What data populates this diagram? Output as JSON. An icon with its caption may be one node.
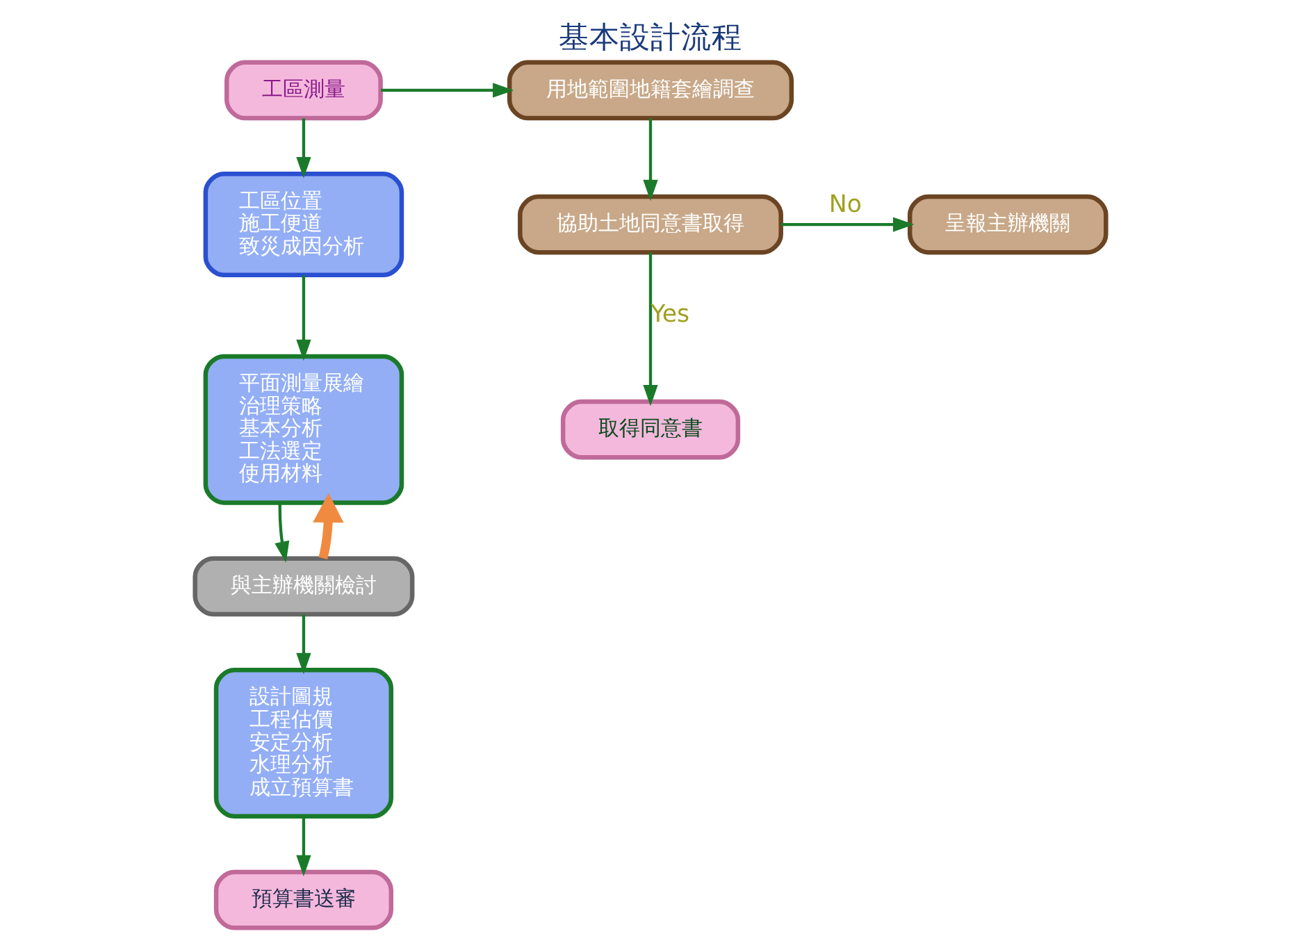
{
  "diagram": {
    "title": "基本設計流程",
    "nodes": [
      {
        "text": [
          "工區測量"
        ]
      },
      {
        "text": [
          "用地範圍地籍套繪調查"
        ]
      },
      {
        "text": [
          "工區位置",
          "施工便道",
          "致災成因分析"
        ]
      },
      {
        "text": [
          "協助土地同意書取得"
        ]
      },
      {
        "text": [
          "呈報主辦機關"
        ]
      },
      {
        "text": [
          "取得同意書"
        ]
      },
      {
        "text": [
          "預算書送審"
        ]
      },
      {
        "text": [
          "平面測量展繪",
          "治理策略",
          "基本分析",
          "工法選定",
          "使用材料"
        ]
      },
      {
        "text": [
          "與主辦機關檢討"
        ]
      },
      {
        "text": [
          "設計圖規",
          "工程估價",
          "安定分析",
          "水理分析",
          "成立預算書"
        ]
      }
    ],
    "edges": [
      {
        "from": 0,
        "to": 1,
        "arrow": "to"
      },
      {
        "from": 0,
        "to": 2,
        "arrow": "to"
      },
      {
        "from": 1,
        "to": 3,
        "arrow": "to"
      },
      {
        "from": 3,
        "to": 4,
        "arrow": "to",
        "label": "No"
      },
      {
        "from": 3,
        "to": 5,
        "arrow": "to",
        "label": "Yes"
      },
      {
        "from": 2,
        "to": 7,
        "arrow": "to"
      },
      {
        "from": 7,
        "to": 8,
        "arrow": "to"
      },
      {
        "from": 8,
        "to": 9,
        "arrow": "to"
      },
      {
        "from": 9,
        "to": 6,
        "arrow": "to"
      },
      {
        "from": 8,
        "to": 7,
        "arrow": "to",
        "style": "thick",
        "color": "#f08a40"
      }
    ]
  }
}
